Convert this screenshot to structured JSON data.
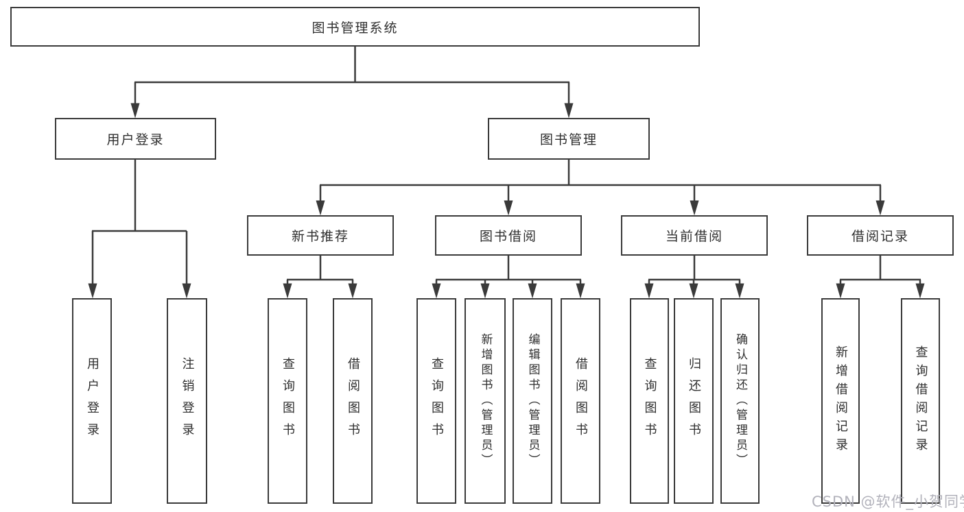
{
  "diagram": {
    "type": "hierarchy-tree",
    "root": {
      "label": "图书管理系统"
    },
    "level2": [
      {
        "label": "用户登录"
      },
      {
        "label": "图书管理"
      }
    ],
    "level3": [
      {
        "label": "新书推荐",
        "parent": "图书管理"
      },
      {
        "label": "图书借阅",
        "parent": "图书管理"
      },
      {
        "label": "当前借阅",
        "parent": "图书管理"
      },
      {
        "label": "借阅记录",
        "parent": "图书管理"
      }
    ],
    "leaves": [
      {
        "label": "用户登录",
        "parent": "用户登录"
      },
      {
        "label": "注销登录",
        "parent": "用户登录"
      },
      {
        "label": "查询图书",
        "parent": "新书推荐"
      },
      {
        "label": "借阅图书",
        "parent": "新书推荐"
      },
      {
        "label": "查询图书",
        "parent": "图书借阅"
      },
      {
        "label": "新增图书（管理员）",
        "parent": "图书借阅"
      },
      {
        "label": "编辑图书（管理员）",
        "parent": "图书借阅"
      },
      {
        "label": "借阅图书",
        "parent": "图书借阅"
      },
      {
        "label": "查询图书",
        "parent": "当前借阅"
      },
      {
        "label": "归还图书",
        "parent": "当前借阅"
      },
      {
        "label": "确认归还（管理员）",
        "parent": "当前借阅"
      },
      {
        "label": "新增借阅记录",
        "parent": "借阅记录"
      },
      {
        "label": "查询借阅记录",
        "parent": "借阅记录"
      }
    ]
  },
  "watermark": {
    "text": "CSDN @软件_小贺同学"
  },
  "colors": {
    "line": "#3a3a3a",
    "box_border": "#3a3a3a",
    "box_fill": "#ffffff",
    "text": "#2e2e2e",
    "watermark": "#b2b2bb",
    "background": "#ffffff"
  }
}
